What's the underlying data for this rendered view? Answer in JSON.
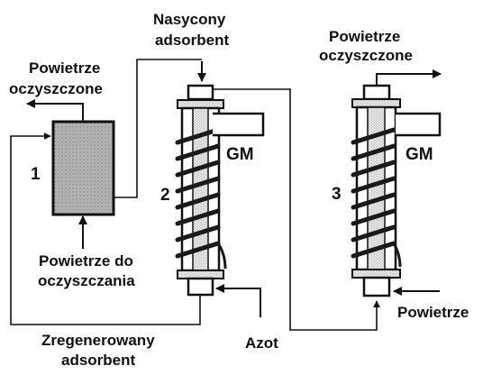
{
  "labels": {
    "outlet_left": [
      "Powietrze",
      "oczyszczone"
    ],
    "saturated_adsorbent": [
      "Nasycony",
      "adsorbent"
    ],
    "outlet_right": [
      "Powietrze",
      "oczyszczone"
    ],
    "inlet_left": [
      "Powietrze do",
      "oczyszczania"
    ],
    "regenerated_adsorbent": [
      "Zregenerowany",
      "adsorbent"
    ],
    "nitrogen": "Azot",
    "inlet_right": "Powietrze",
    "gm_2": "GM",
    "gm_3": "GM",
    "unit_1": "1",
    "unit_2": "2",
    "unit_3": "3"
  }
}
